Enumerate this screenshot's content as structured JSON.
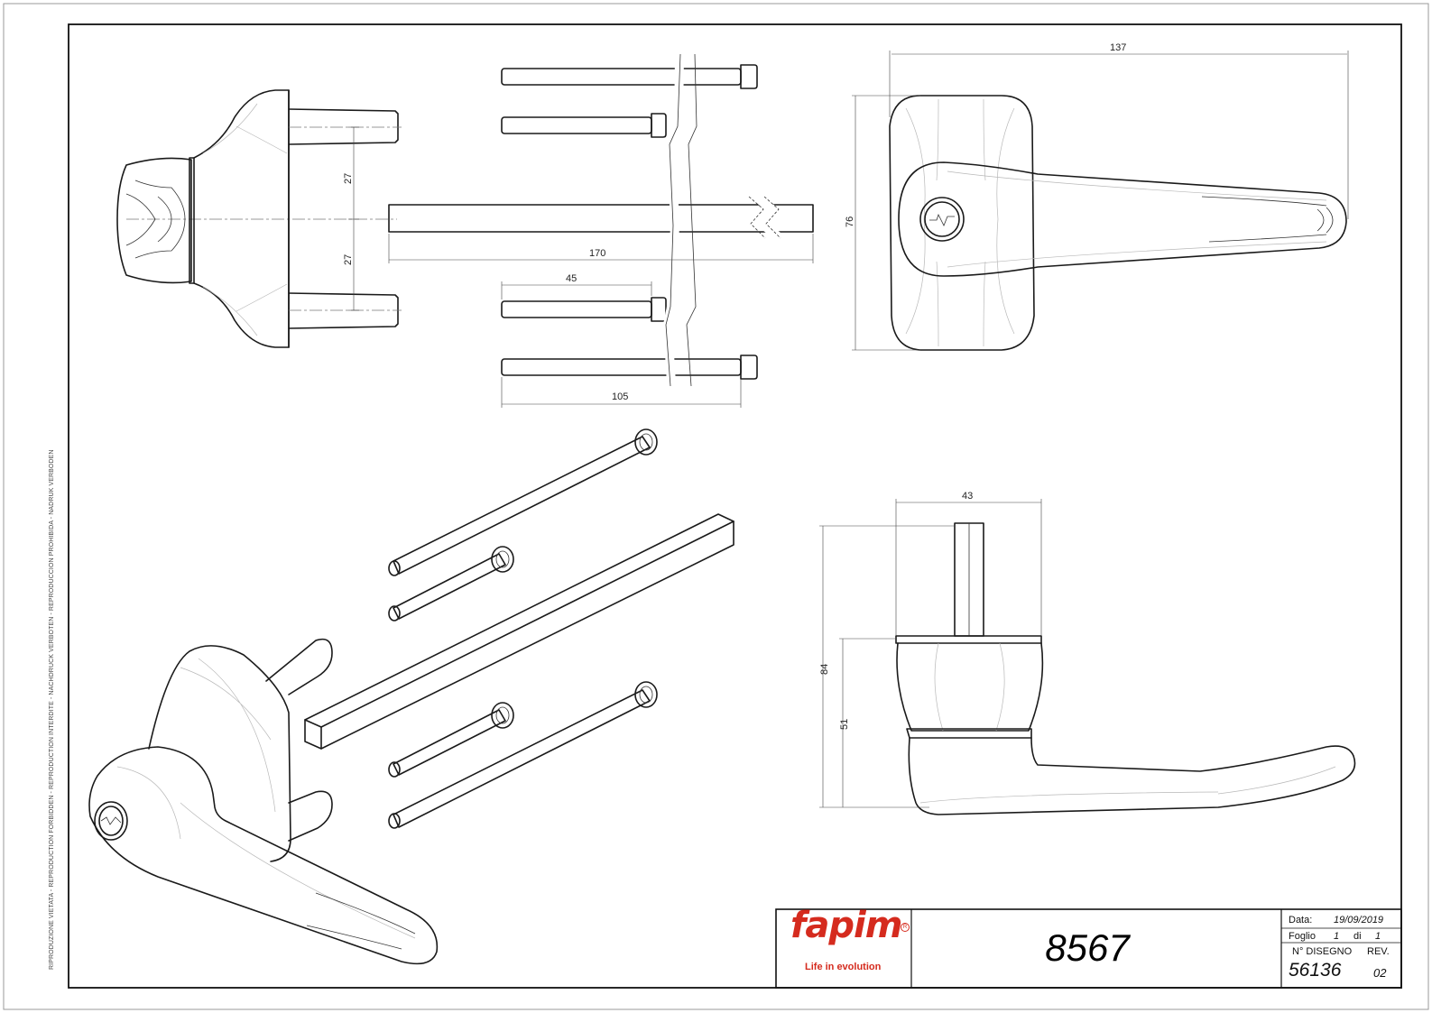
{
  "side_note": "RIPRODUZIONE VIETATA - REPRODUCTION FORBIDDEN - REPRODUCTION INTERDITE - NACHDRUCK VERBOTEN - REPRODUCCION PROHIBIDA - NADRUK VERBODEN",
  "dimensions": {
    "pitch_top": "27",
    "pitch_bottom": "27",
    "spindle_length": "170",
    "short_screw": "45",
    "long_screw": "105",
    "handle_length": "137",
    "rose_height": "76",
    "rose_width": "43",
    "overall_height": "84",
    "lever_height": "51"
  },
  "title_block": {
    "logo": "fapim",
    "tagline": "Life in evolution",
    "code": "8567",
    "date_label": "Data:",
    "date_value": "19/09/2019",
    "sheet_label": "Foglio",
    "sheet_num": "1",
    "sheet_of": "di",
    "sheet_total": "1",
    "drawing_label": "N° DISEGNO",
    "rev_label": "REV.",
    "drawing_number": "56136",
    "revision": "02"
  },
  "colors": {
    "brand": "#d52b1e",
    "line": "#1a1a1a"
  }
}
